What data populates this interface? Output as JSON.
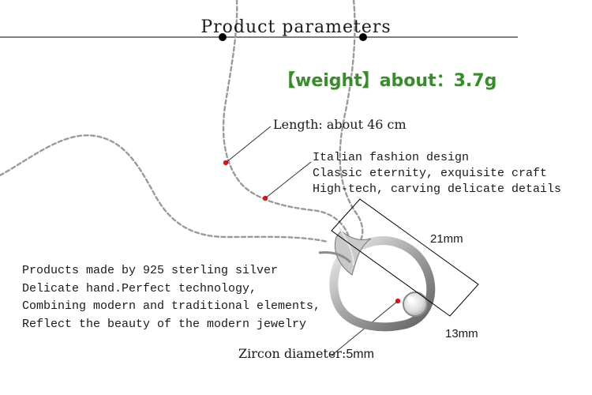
{
  "title": "Product parameters",
  "weight": "【weight】about：3.7g",
  "length": "Length: about 46 cm",
  "features": [
    "Italian fashion design",
    "Classic eternity, exquisite craft",
    "High-tech, carving delicate details"
  ],
  "description": [
    "Products made by 925 sterling silver",
    "Delicate hand.Perfect technology,",
    "Combining modern and traditional elements,",
    "Reflect the beauty of the modern jewelry"
  ],
  "dimensions": {
    "width": "21mm",
    "depth": "13mm"
  },
  "zircon": {
    "label": "Zircon diameter:",
    "value": "5mm"
  },
  "colors": {
    "weight_text": "#3c8a2e",
    "marker": "#e8121a",
    "silver": "#9a9a9a",
    "line": "#000000"
  }
}
